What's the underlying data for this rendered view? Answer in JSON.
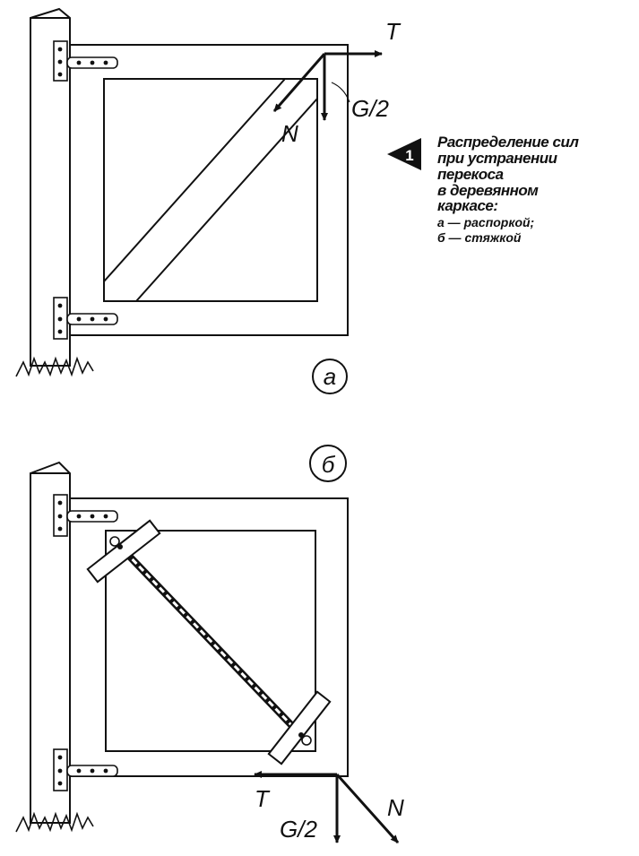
{
  "figure": {
    "number": "1",
    "caption_lines": [
      "Распределение сил",
      "при устранении",
      "перекоса",
      "в деревянном",
      "каркасе:"
    ],
    "legend": [
      {
        "key": "а",
        "text": "а —  распоркой;"
      },
      {
        "key": "б",
        "text": "б — стяжкой"
      }
    ]
  },
  "panel_a": {
    "label": "а",
    "forces": {
      "tension": "T",
      "weight": "G/2",
      "normal": "N"
    }
  },
  "panel_b": {
    "label": "б",
    "forces": {
      "tension": "T",
      "weight": "G/2",
      "normal": "N"
    }
  },
  "colors": {
    "ink": "#111111",
    "paper": "#ffffff"
  }
}
